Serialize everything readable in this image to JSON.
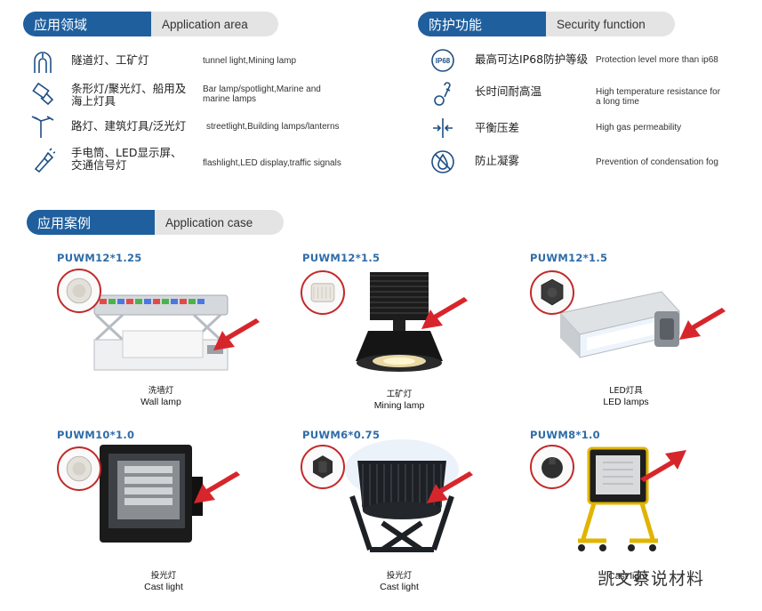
{
  "application_area": {
    "title_cn": "应用领域",
    "title_en": "Application area",
    "items": [
      {
        "icon": "tunnel-icon",
        "cn": "隧道灯、工矿灯",
        "en": "tunnel light,Mining lamp"
      },
      {
        "icon": "bar-lamp-icon",
        "cn": "条形灯/聚光灯、船用及\n海上灯具",
        "en": "Bar lamp/spotlight,Marine and\nmarine lamps"
      },
      {
        "icon": "street-light-icon",
        "cn": "路灯、建筑灯具/泛光灯",
        "en": "streetlight,Building lamps/lanterns"
      },
      {
        "icon": "flashlight-icon",
        "cn": "手电筒、LED显示屏、\n交通信号灯",
        "en": "flashlight,LED display,traffic signals"
      }
    ]
  },
  "security_function": {
    "title_cn": "防护功能",
    "title_en": "Security function",
    "items": [
      {
        "icon": "ip68-icon",
        "badge": "IP68",
        "cn": "最高可达IP68防护等级",
        "en": "Protection level more than ip68"
      },
      {
        "icon": "thermometer-icon",
        "cn": "长时间耐高温",
        "en": "High temperature resistance for\na long time"
      },
      {
        "icon": "pressure-icon",
        "cn": "平衡压差",
        "en": "High gas permeability"
      },
      {
        "icon": "no-fog-icon",
        "cn": "防止凝雾",
        "en": "Prevention of condensation fog"
      }
    ]
  },
  "application_case": {
    "title_cn": "应用案例",
    "title_en": "Application case",
    "cases": [
      {
        "model": "PUWM12*1.25",
        "caption_cn": "洗墙灯",
        "caption_en": "Wall lamp",
        "vent_color": "light"
      },
      {
        "model": "PUWM12*1.5",
        "caption_cn": "工矿灯",
        "caption_en": "Mining lamp",
        "vent_color": "light"
      },
      {
        "model": "PUWM12*1.5",
        "caption_cn": "LED灯具",
        "caption_en": "LED lamps",
        "vent_color": "dark"
      },
      {
        "model": "PUWM10*1.0",
        "caption_cn": "投光灯",
        "caption_en": "Cast light",
        "vent_color": "light"
      },
      {
        "model": "PUWM6*0.75",
        "caption_cn": "投光灯",
        "caption_en": "Cast light",
        "vent_color": "dark"
      },
      {
        "model": "PUWM8*1.0",
        "caption_cn": "",
        "caption_en": "Cast light",
        "vent_color": "dark"
      }
    ]
  },
  "watermark": "凯文蔡说材料",
  "colors": {
    "header_blue": "#1f5f9e",
    "icon_blue": "#1f4f86",
    "model_blue": "#2f6ca8",
    "arrow_red": "#d7262b",
    "ring_red": "#c22a2a"
  }
}
